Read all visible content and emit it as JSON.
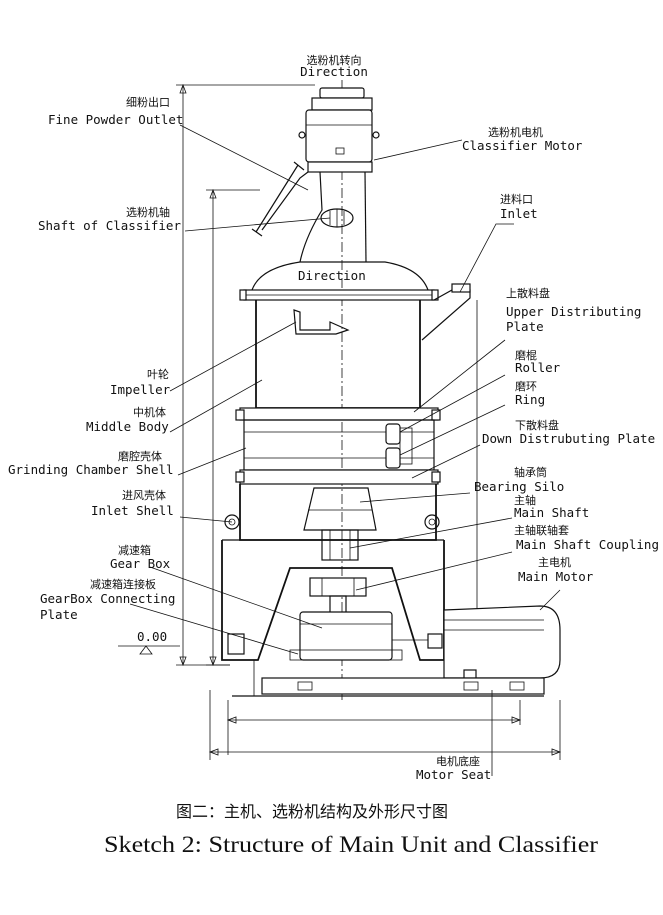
{
  "labels": {
    "direction_top": {
      "cn": "选粉机转向",
      "en": "Direction"
    },
    "fine_powder_outlet": {
      "cn": "细粉出口",
      "en": "Fine Powder Outlet"
    },
    "classifier_motor": {
      "cn": "选粉机电机",
      "en": "Classifier Motor"
    },
    "shaft_of_classifier": {
      "cn": "选粉机轴",
      "en": "Shaft of Classifier"
    },
    "inlet": {
      "cn": "进料口",
      "en": "Inlet"
    },
    "direction_mid": {
      "en": "Direction"
    },
    "upper_distributing_plate": {
      "cn": "上散料盘",
      "en1": "Upper Distributing",
      "en2": "Plate"
    },
    "roller": {
      "cn": "磨棍",
      "en": "Roller"
    },
    "impeller": {
      "cn": "叶轮",
      "en": "Impeller"
    },
    "ring": {
      "cn": "磨环",
      "en": "Ring"
    },
    "middle_body": {
      "cn": "中机体",
      "en": "Middle Body"
    },
    "down_distributing_plate": {
      "cn": "下散料盘",
      "en": "Down Distrubuting Plate"
    },
    "grinding_chamber_shell": {
      "cn": "磨腔壳体",
      "en": "Grinding Chamber Shell"
    },
    "bearing_silo": {
      "cn": "轴承筒",
      "en": "Bearing Silo"
    },
    "inlet_shell": {
      "cn": "进风壳体",
      "en": "Inlet Shell"
    },
    "main_shaft": {
      "cn": "主轴",
      "en": "Main Shaft"
    },
    "main_shaft_coupling": {
      "cn": "主轴联轴套",
      "en": "Main Shaft Coupling"
    },
    "gear_box": {
      "cn": "减速箱",
      "en": "Gear Box"
    },
    "main_motor": {
      "cn": "主电机",
      "en": "Main Motor"
    },
    "gearbox_connecting_plate": {
      "cn": "减速箱连接板",
      "en1": "GearBox Connecting",
      "en2": "Plate"
    },
    "level_mark": {
      "en": "0.00"
    },
    "motor_seat": {
      "cn": "电机底座",
      "en": "Motor Seat"
    }
  },
  "caption": {
    "cn": "图二：主机、选粉机结构及外形尺寸图",
    "en": "Sketch 2:  Structure of Main Unit and Classifier"
  }
}
